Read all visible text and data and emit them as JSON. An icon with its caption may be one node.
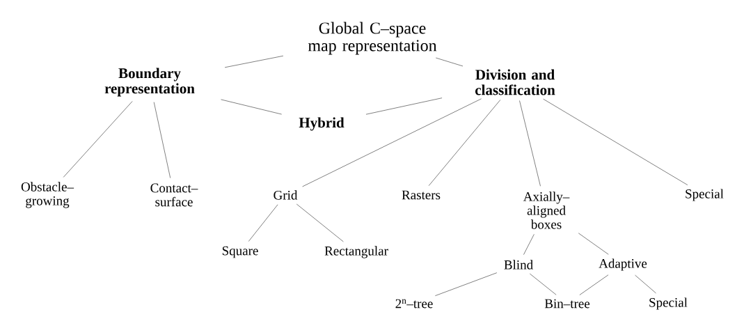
{
  "diagram": {
    "nodes": [
      {
        "text": [
          "Global C–space map representation"
        ]
      },
      {
        "text": [
          "Boundary representation"
        ]
      },
      {
        "text": [
          "Hybrid"
        ]
      },
      {
        "text": [
          "Division and classification"
        ]
      },
      {
        "text": [
          "Obstacle– growing"
        ]
      },
      {
        "text": [
          "Contact– surface"
        ]
      },
      {
        "text": [
          "Grid"
        ]
      },
      {
        "text": [
          "Rasters"
        ]
      },
      {
        "text": [
          "Axially– aligned boxes"
        ]
      },
      {
        "text": [
          "Special"
        ]
      },
      {
        "text": [
          "Square"
        ]
      },
      {
        "text": [
          "Rectangular"
        ]
      },
      {
        "text": [
          "Blind"
        ]
      },
      {
        "text": [
          "Adaptive"
        ]
      },
      {
        "text": [
          "2$^{n}$–tree"
        ]
      },
      {
        "text": [
          "Bin–tree"
        ]
      },
      {
        "text": [
          "Special"
        ]
      }
    ],
    "edges": [
      {
        "from": 0,
        "to": 1,
        "arrow": "none"
      },
      {
        "from": 0,
        "to": 3,
        "arrow": "none"
      },
      {
        "from": 1,
        "to": 2,
        "arrow": "none"
      },
      {
        "from": 3,
        "to": 2,
        "arrow": "none"
      },
      {
        "from": 1,
        "to": 4,
        "arrow": "none"
      },
      {
        "from": 1,
        "to": 5,
        "arrow": "none"
      },
      {
        "from": 3,
        "to": 6,
        "arrow": "none"
      },
      {
        "from": 3,
        "to": 7,
        "arrow": "none"
      },
      {
        "from": 3,
        "to": 8,
        "arrow": "none"
      },
      {
        "from": 3,
        "to": 9,
        "arrow": "none"
      },
      {
        "from": 6,
        "to": 10,
        "arrow": "none"
      },
      {
        "from": 6,
        "to": 11,
        "arrow": "none"
      },
      {
        "from": 8,
        "to": 12,
        "arrow": "none"
      },
      {
        "from": 8,
        "to": 13,
        "arrow": "none"
      },
      {
        "from": 12,
        "to": 14,
        "arrow": "none"
      },
      {
        "from": 12,
        "to": 15,
        "arrow": "none"
      },
      {
        "from": 13,
        "to": 15,
        "arrow": "none"
      },
      {
        "from": 13,
        "to": 16,
        "arrow": "none"
      }
    ]
  }
}
